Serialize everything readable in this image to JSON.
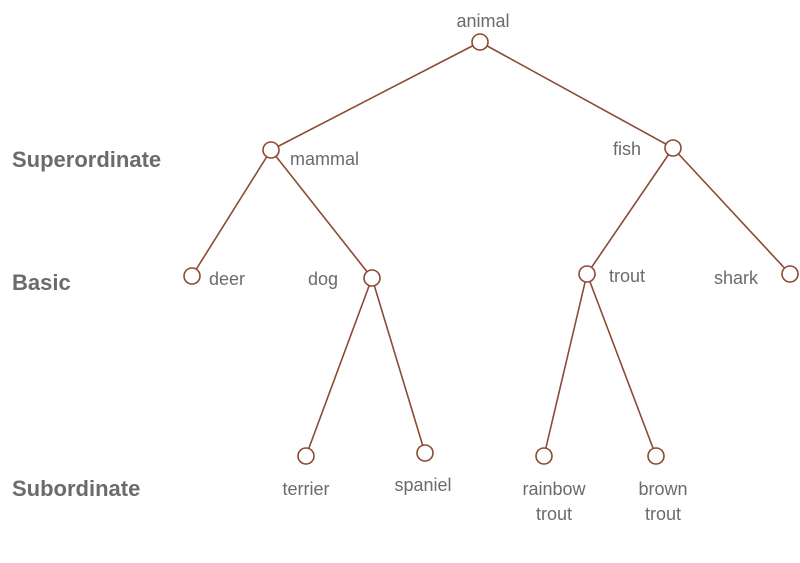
{
  "levels": {
    "superordinate": "Superordinate",
    "basic": "Basic",
    "subordinate": "Subordinate"
  },
  "nodes": {
    "animal": "animal",
    "mammal": "mammal",
    "fish": "fish",
    "deer": "deer",
    "dog": "dog",
    "trout": "trout",
    "shark": "shark",
    "terrier": "terrier",
    "spaniel": "spaniel",
    "rainbow_trout_line1": "rainbow",
    "rainbow_trout_line2": "trout",
    "brown_trout_line1": "brown",
    "brown_trout_line2": "trout"
  },
  "colors": {
    "line": "#8b4a35",
    "text": "#6b6b6b"
  }
}
